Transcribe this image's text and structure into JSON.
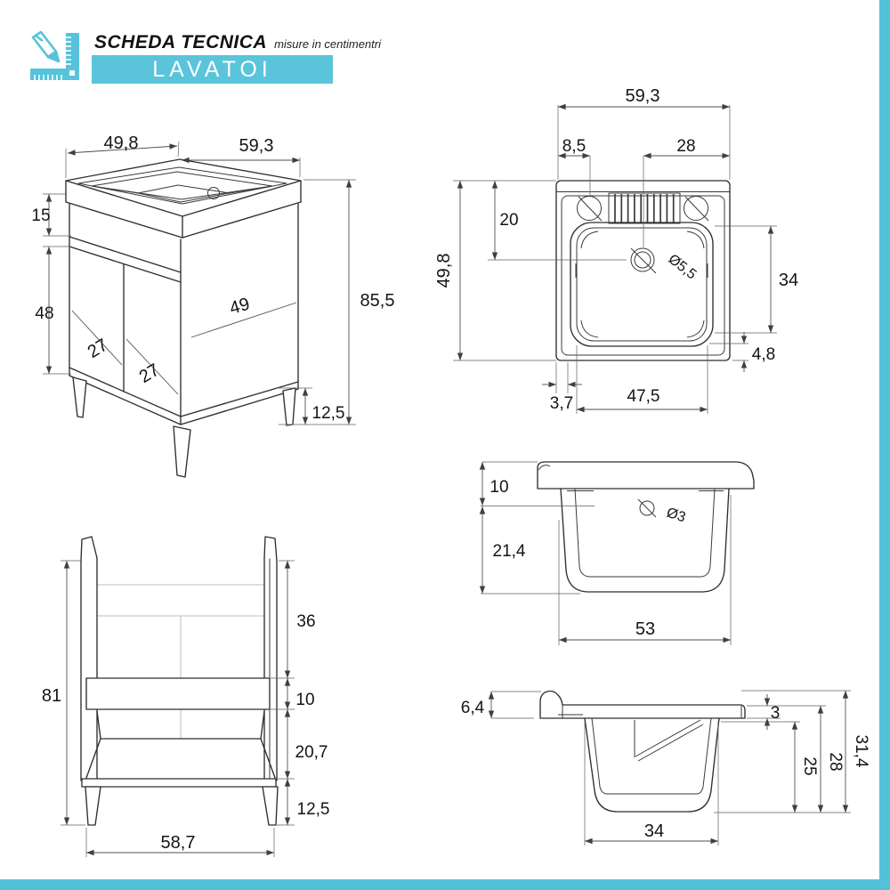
{
  "header": {
    "title": "SCHEDA TECNICA",
    "subtitle": "misure in centimentri",
    "banner": "LAVATOI"
  },
  "colors": {
    "accent": "#53c2d9",
    "line": "#2e2e2e",
    "dim_text": "#141414"
  },
  "views": {
    "front_isometric": {
      "dims": {
        "top_width_left": "49,8",
        "top_width_right": "59,3",
        "rim_height": "15",
        "door_section_height": "48",
        "door_left_width": "27",
        "door_right_width": "27",
        "side_depth": "49",
        "total_height": "85,5",
        "leg_height": "12,5"
      }
    },
    "top_view": {
      "dims": {
        "overall_width": "59,3",
        "left_offset": "8,5",
        "drain_to_edge": "28",
        "drain_from_back": "20",
        "overall_depth": "49,8",
        "basin_side_depth": "34",
        "front_gap": "4,8",
        "side_gap": "3,7",
        "basin_width": "47,5",
        "drain_diameter": "Ø5,5"
      }
    },
    "basin_section": {
      "dims": {
        "rim_height": "10",
        "basin_depth": "21,4",
        "overflow_diameter": "Ø3",
        "bottom_width": "53"
      }
    },
    "frame_view": {
      "dims": {
        "frame_height": "81",
        "upper_section": "36",
        "crossband_height": "10",
        "lower_section": "20,7",
        "leg_height": "12,5",
        "bottom_width": "58,7"
      }
    },
    "side_profile": {
      "dims": {
        "rim_lip_height": "6,4",
        "edge_thickness": "3",
        "inner_depth": "25",
        "mid_depth": "28",
        "total_depth": "31,4",
        "bottom_width": "34"
      }
    }
  }
}
